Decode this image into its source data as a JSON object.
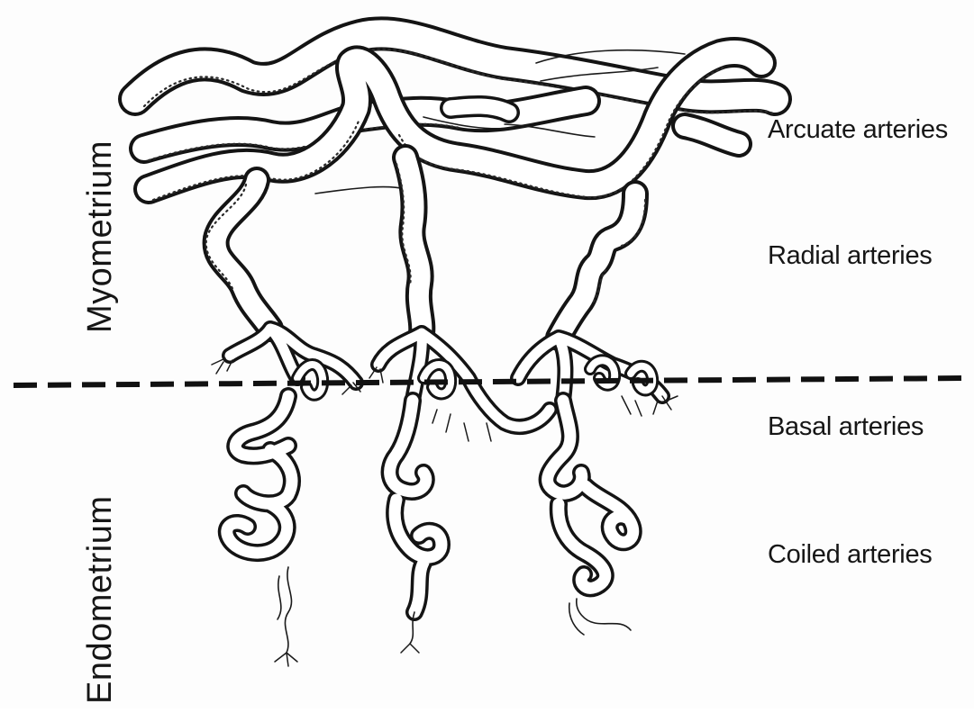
{
  "regions": {
    "upper": "Myometrium",
    "lower": "Endometrium"
  },
  "labels": {
    "arcuate": "Arcuate arteries",
    "radial": "Radial arteries",
    "basal": "Basal arteries",
    "coiled": "Coiled arteries"
  },
  "colors": {
    "ink": "#141414",
    "vessel_interior": "#ffffff",
    "background": "#fdfdfd"
  }
}
